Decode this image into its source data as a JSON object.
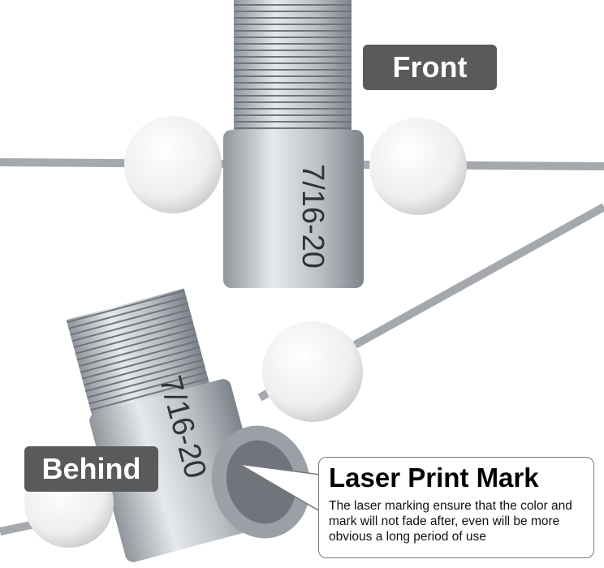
{
  "labels": {
    "front": "Front",
    "behind": "Behind"
  },
  "engraving": {
    "top": "7/16-20",
    "bottom": "7/16-20"
  },
  "callout": {
    "title": "Laser Print Mark",
    "body": "The laser marking ensure that the color and mark will not fade after, even will be more obvious a long period of use"
  },
  "colors": {
    "label_bg": "#5a5a5a",
    "metal": "#c8ccd0",
    "ball": "#f4f4f4"
  }
}
